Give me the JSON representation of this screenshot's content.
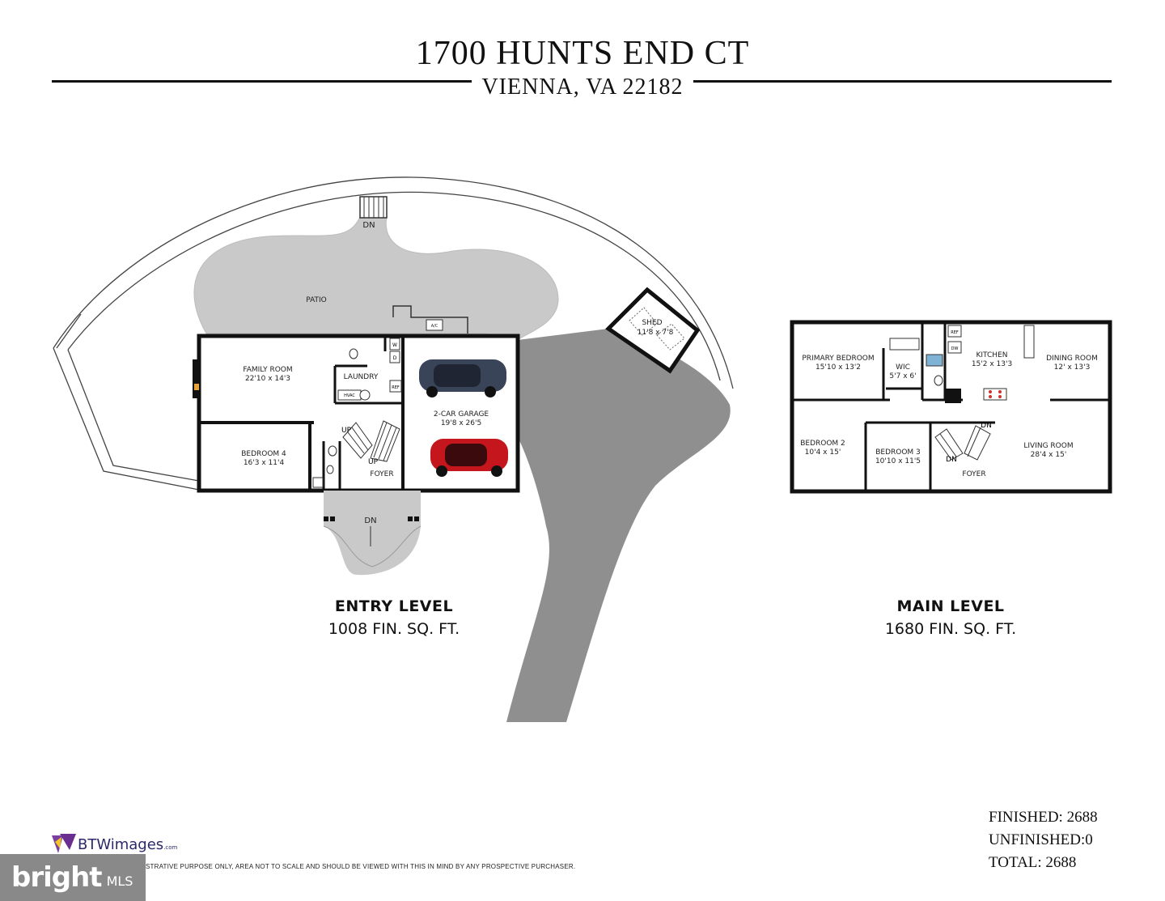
{
  "header": {
    "title": "1700 HUNTS END CT",
    "subtitle": "VIENNA, VA 22182"
  },
  "entry_level": {
    "title": "ENTRY LEVEL",
    "area": "1008 FIN. SQ. FT.",
    "rooms": {
      "patio": "PATIO",
      "family_room": "FAMILY ROOM",
      "family_room_dim": "22'10 x 14'3",
      "laundry": "LAUNDRY",
      "hvac": "HVAC",
      "garage": "2-CAR GARAGE",
      "garage_dim": "19'8 x 26'5",
      "bedroom4": "BEDROOM 4",
      "bedroom4_dim": "16'3 x 11'4",
      "foyer": "FOYER",
      "shed": "SHED",
      "shed_dim": "11'8 x 7'8",
      "ac": "A/C",
      "w": "W",
      "d": "D",
      "ref": "REF",
      "up1": "UP",
      "up2": "UP",
      "dn_top": "DN",
      "dn_front": "DN"
    }
  },
  "main_level": {
    "title": "MAIN LEVEL",
    "area": "1680 FIN. SQ. FT.",
    "rooms": {
      "primary_bedroom": "PRIMARY BEDROOM",
      "primary_bedroom_dim": "15'10 x 13'2",
      "wic": "WIC",
      "wic_dim": "5'7 x 6'",
      "kitchen": "KITCHEN",
      "kitchen_dim": "15'2 x 13'3",
      "dining_room": "DINING ROOM",
      "dining_room_dim": "12' x 13'3",
      "bedroom2": "BEDROOM 2",
      "bedroom2_dim": "10'4 x 15'",
      "bedroom3": "BEDROOM 3",
      "bedroom3_dim": "10'10 x 11'5",
      "living_room": "LIVING ROOM",
      "living_room_dim": "28'4 x 15'",
      "foyer": "FOYER",
      "ref": "REF",
      "dw": "DW",
      "dn1": "DN",
      "dn2": "DN"
    }
  },
  "totals": {
    "finished": "FINISHED: 2688",
    "unfinished": "UNFINISHED:0",
    "total": "TOTAL: 2688"
  },
  "footer": {
    "disclaimer": "STRATIVE PURPOSE ONLY, AREA NOT TO SCALE AND SHOULD BE VIEWED WITH THIS IN MIND BY ANY PROSPECTIVE PURCHASER.",
    "brand": "BTWimages",
    "brand_suffix": ".com",
    "mls_brand": "bright",
    "mls_suffix": "MLS"
  }
}
